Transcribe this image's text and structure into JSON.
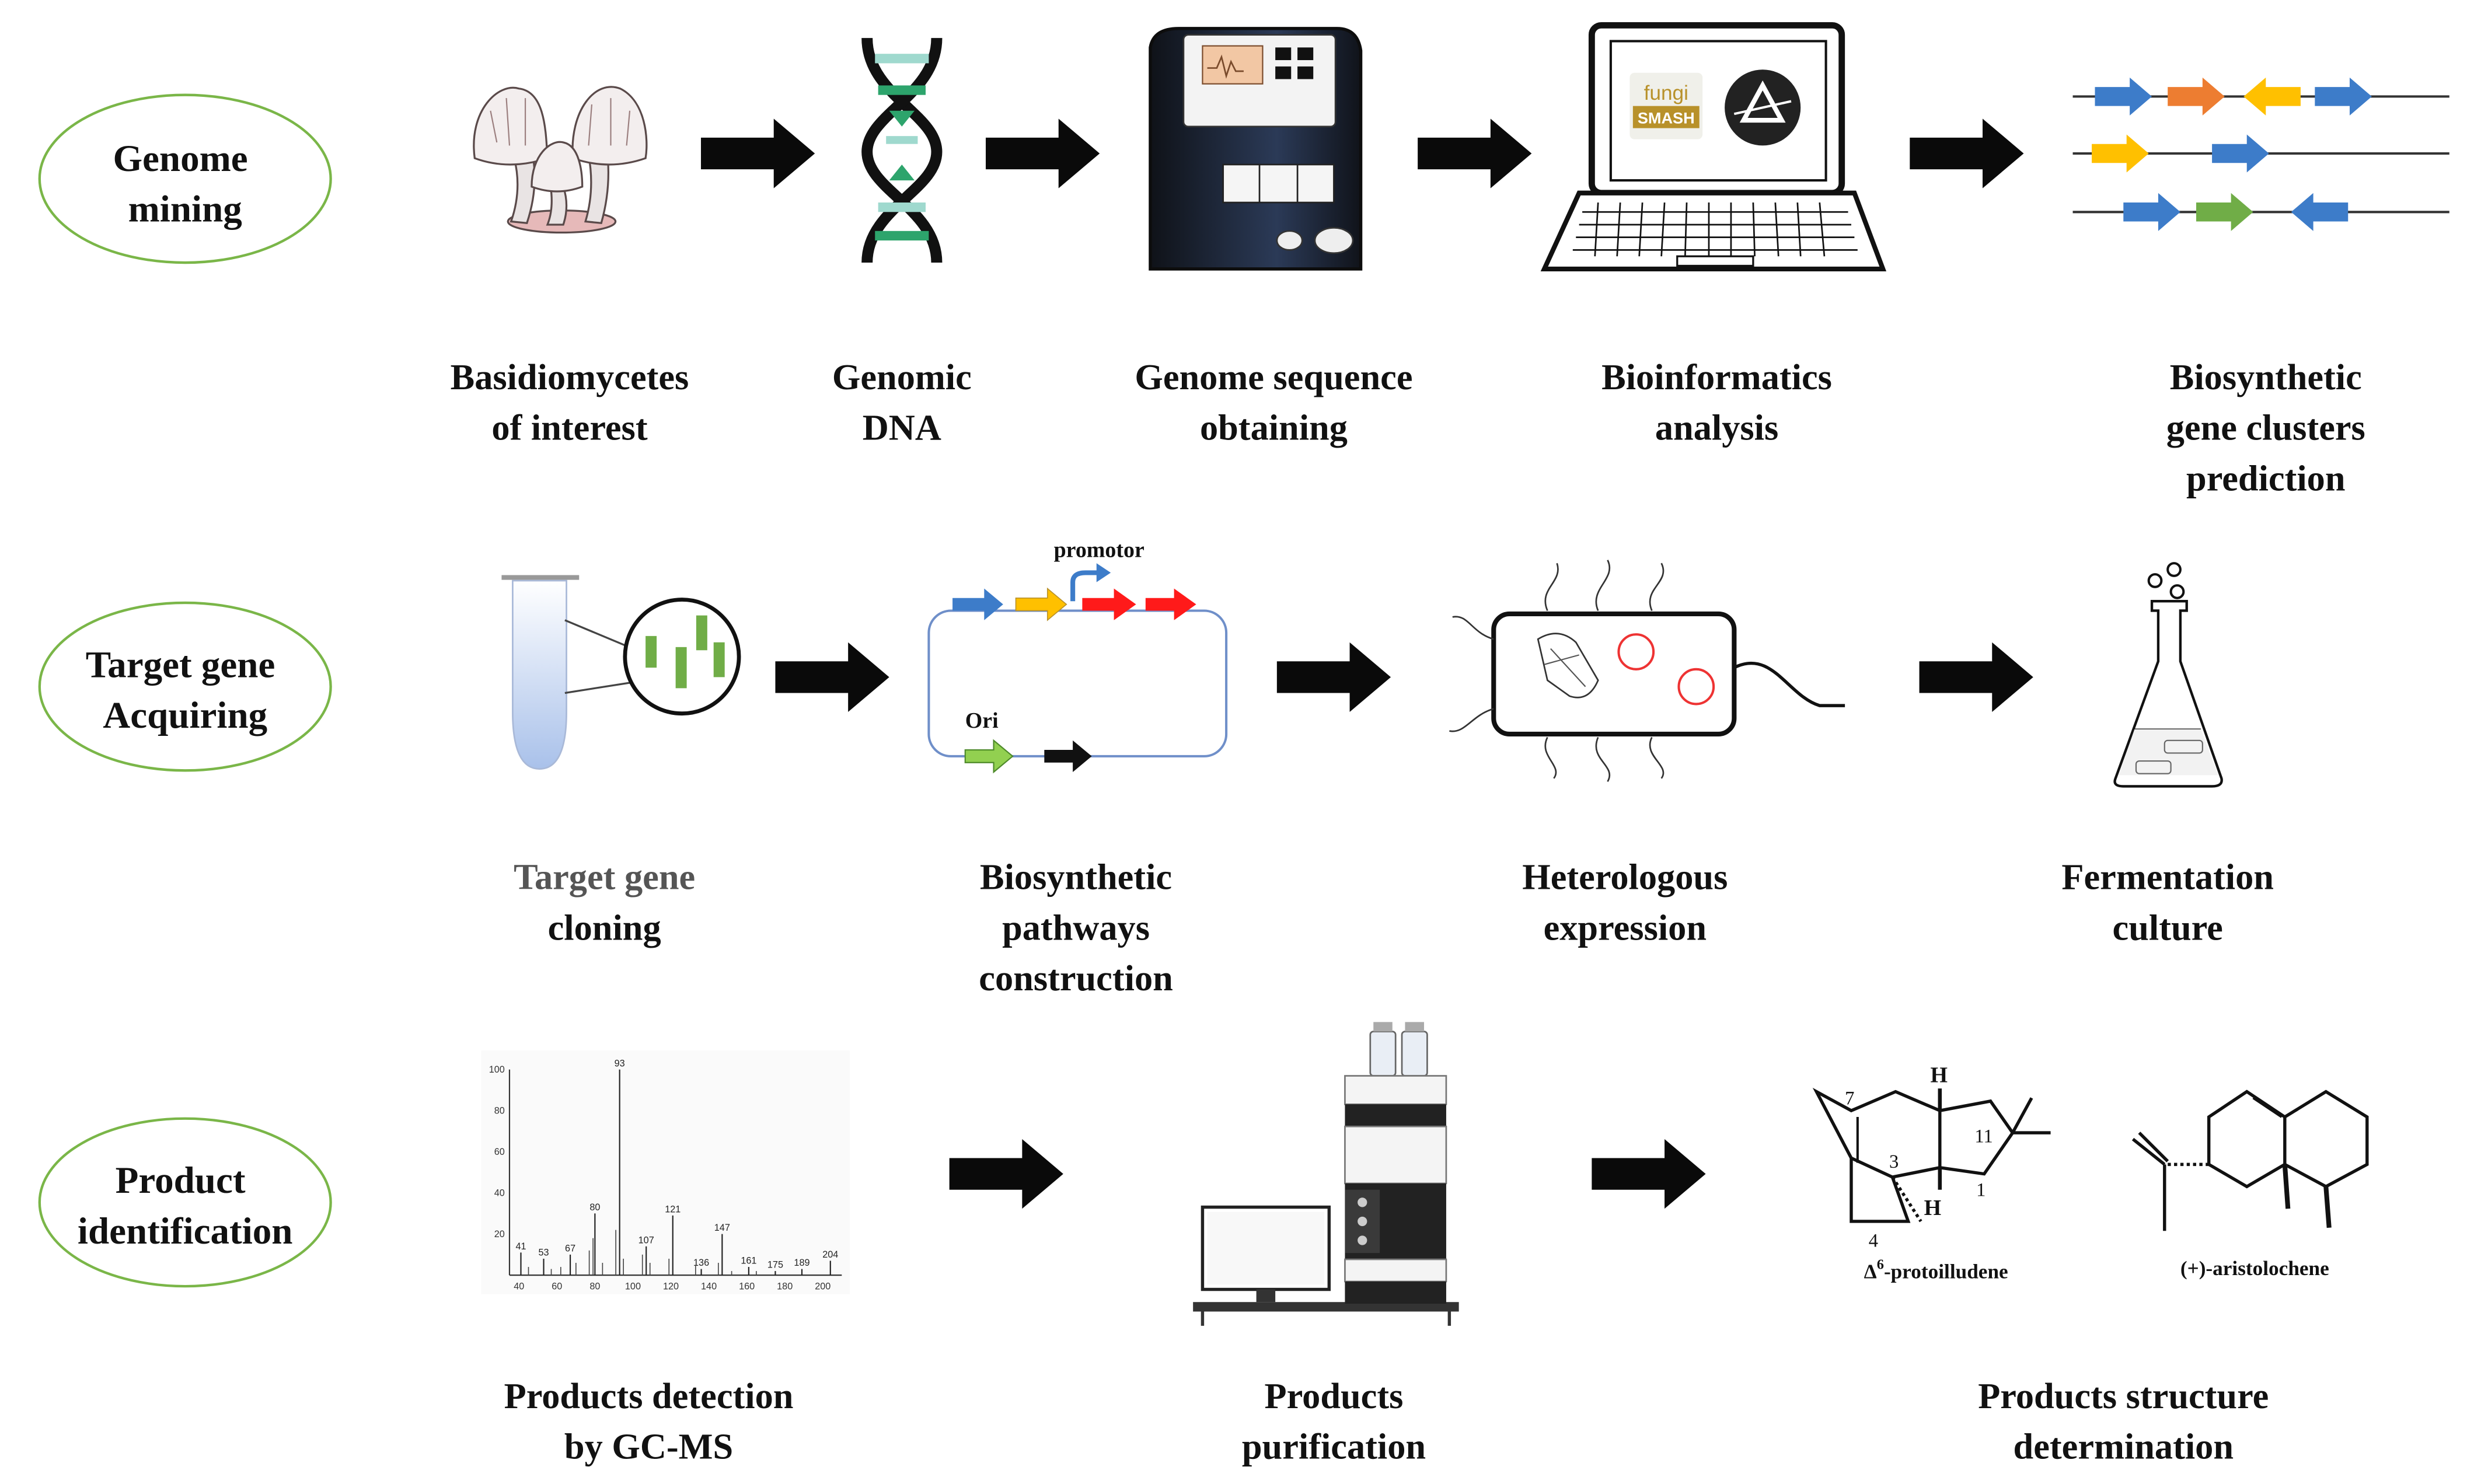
{
  "rows": [
    {
      "title_lines": [
        "Genome",
        "mining"
      ],
      "steps": [
        {
          "lines": [
            "Basidiomycetes",
            "of interest"
          ]
        },
        {
          "lines": [
            "Genomic",
            "DNA"
          ]
        },
        {
          "lines": [
            "Genome sequence",
            "obtaining"
          ]
        },
        {
          "lines": [
            "Bioinformatics",
            "analysis"
          ]
        },
        {
          "lines": [
            "Biosynthetic",
            "gene clusters",
            "prediction"
          ]
        }
      ]
    },
    {
      "title_lines": [
        "Target gene",
        "Acquiring"
      ],
      "steps": [
        {
          "lines": [
            "Target gene",
            "cloning"
          ]
        },
        {
          "lines": [
            "Biosynthetic",
            "pathways",
            "construction"
          ]
        },
        {
          "lines": [
            "Heterologous",
            "expression"
          ]
        },
        {
          "lines": [
            "Fermentation",
            "culture"
          ]
        }
      ]
    },
    {
      "title_lines": [
        "Product",
        "identification"
      ],
      "steps": [
        {
          "lines": [
            "Products detection",
            "by GC-MS"
          ]
        },
        {
          "lines": [
            "Products",
            "purification"
          ]
        },
        {
          "lines": [
            "Products structure",
            "determination"
          ]
        }
      ]
    }
  ],
  "software_logos": {
    "logo_line1": "fungi",
    "logo_line2": "SMASH"
  },
  "plasmid": {
    "promoter_label": "promotor",
    "ori_label": "Ori"
  },
  "gcms": {
    "y_ticks": [
      "100",
      "80",
      "60",
      "40",
      "20"
    ],
    "x_ticks": [
      "40",
      "60",
      "80",
      "100",
      "120",
      "140",
      "160",
      "180",
      "200"
    ],
    "peak_labels": [
      "41",
      "53",
      "67",
      "80",
      "93",
      "107",
      "121",
      "136",
      "147",
      "161",
      "175",
      "189",
      "204"
    ]
  },
  "structures": {
    "compound1_name": "-protoilludene",
    "compound1_prefix": "Δ",
    "compound1_sup": "6",
    "compound2_name": "(+)-aristolochene",
    "atom_numbers": [
      "7",
      "3",
      "4",
      "11",
      "1"
    ],
    "h_labels": [
      "H",
      "H"
    ]
  },
  "colors": {
    "oval_border": "#7ab648",
    "arrow": "#0a0a0a",
    "gene_blue": "#3d7cc9",
    "gene_orange": "#ed7d31",
    "gene_yellow": "#ffc000",
    "gene_green": "#70ad47",
    "gene_red": "#ff1a1a",
    "dna_green": "#2da46c",
    "dna_light": "#9fd9ce"
  }
}
